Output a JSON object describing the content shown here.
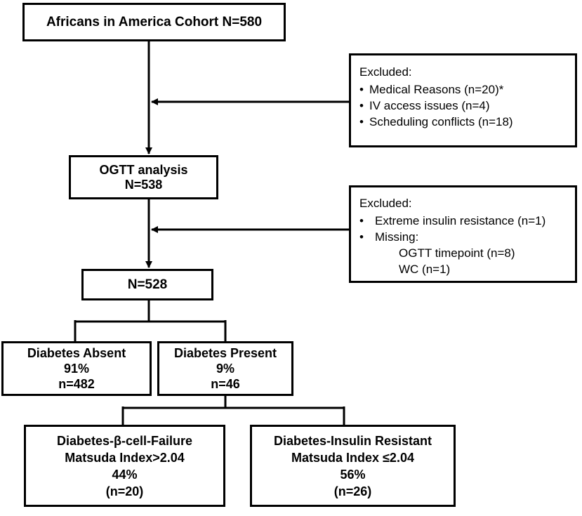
{
  "cohort": {
    "label": "Africans in America Cohort N=580"
  },
  "exclusion_1": {
    "heading": "Excluded:",
    "items": [
      "Medical Reasons (n=20)*",
      "IV access issues (n=4)",
      "Scheduling conflicts (n=18)"
    ]
  },
  "ogtt": {
    "line1": "OGTT analysis",
    "line2": "N=538"
  },
  "exclusion_2": {
    "heading": "Excluded:",
    "items": [
      "Extreme insulin resistance (n=1)",
      "Missing:"
    ],
    "missing_items": [
      "OGTT timepoint (n=8)",
      "WC (n=1)"
    ]
  },
  "analysis": {
    "label": "N=528"
  },
  "diabetes_absent": {
    "title": "Diabetes Absent",
    "percent": "91%",
    "count": "n=482"
  },
  "diabetes_present": {
    "title": "Diabetes Present",
    "percent": "9%",
    "count": "n=46"
  },
  "beta_cell_failure": {
    "title": "Diabetes-β-cell-Failure",
    "criterion": "Matsuda Index>2.04",
    "percent": "44%",
    "count": "(n=20)"
  },
  "insulin_resistant": {
    "title": "Diabetes-Insulin Resistant",
    "criterion": "Matsuda Index ≤2.04",
    "percent": "56%",
    "count": "(n=26)"
  },
  "bullet_glyph": "•"
}
